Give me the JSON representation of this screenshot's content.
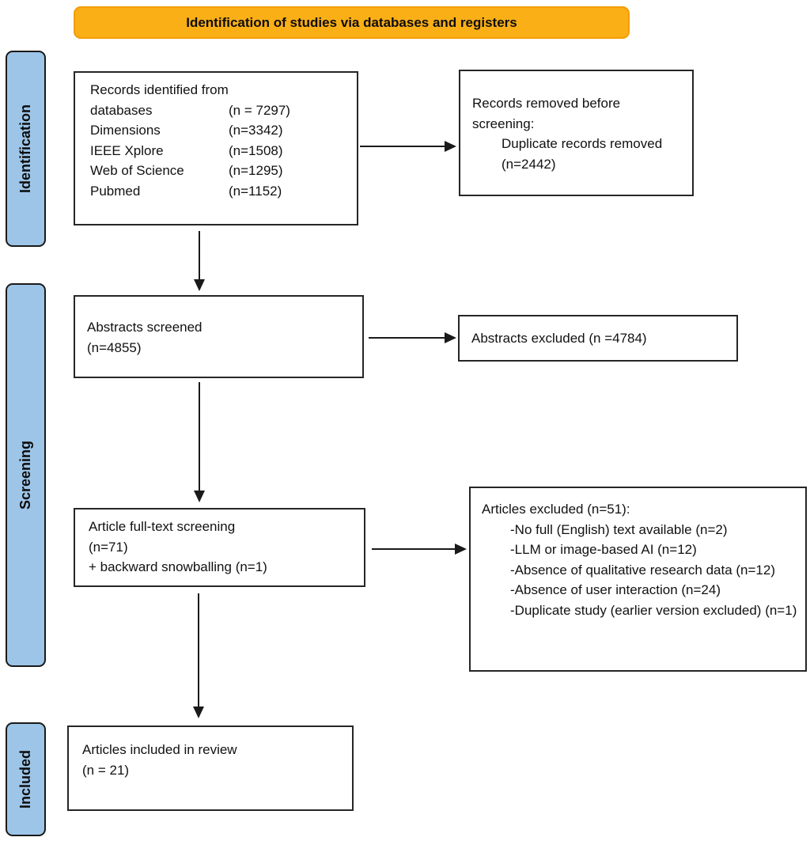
{
  "banner": {
    "title": "Identification of studies via databases and registers",
    "bg_color": "#FBAF17",
    "border_color": "#F29D05"
  },
  "stages": [
    {
      "label": "Identification"
    },
    {
      "label": "Screening"
    },
    {
      "label": "Included"
    }
  ],
  "colors": {
    "stage_bg": "#9DC5E8",
    "box_border": "#262626",
    "arrow": "#1a1a1a"
  },
  "boxes": {
    "records_identified": {
      "intro": "Records identified from",
      "rows": [
        {
          "label": "databases",
          "value": "(n = 7297)"
        },
        {
          "label": "Dimensions",
          "value": "(n=3342)"
        },
        {
          "label": "IEEE Xplore",
          "value": "(n=1508)"
        },
        {
          "label": "Web of Science",
          "value": "(n=1295)"
        },
        {
          "label": "Pubmed",
          "value": "(n=1152)"
        }
      ]
    },
    "records_removed": {
      "line1": "Records removed before screening:",
      "line2": "Duplicate records removed (n=2442)"
    },
    "abstracts_screened": {
      "line1": "Abstracts screened",
      "line2": "(n=4855)"
    },
    "abstracts_excluded": {
      "line1": "Abstracts excluded (n =4784)"
    },
    "fulltext_screening": {
      "line1": "Article full-text screening",
      "line2": "(n=71)",
      "line3": "+ backward snowballing (n=1)"
    },
    "articles_excluded": {
      "header": "Articles excluded (n=51):",
      "items": [
        "-No full (English) text available (n=2)",
        "-LLM or image-based AI (n=12)",
        "-Absence of qualitative research data (n=12)",
        "-Absence of user interaction (n=24)",
        "-Duplicate study (earlier version excluded) (n=1)"
      ]
    },
    "articles_included": {
      "line1": "Articles included in review",
      "line2": "(n = 21)"
    }
  }
}
